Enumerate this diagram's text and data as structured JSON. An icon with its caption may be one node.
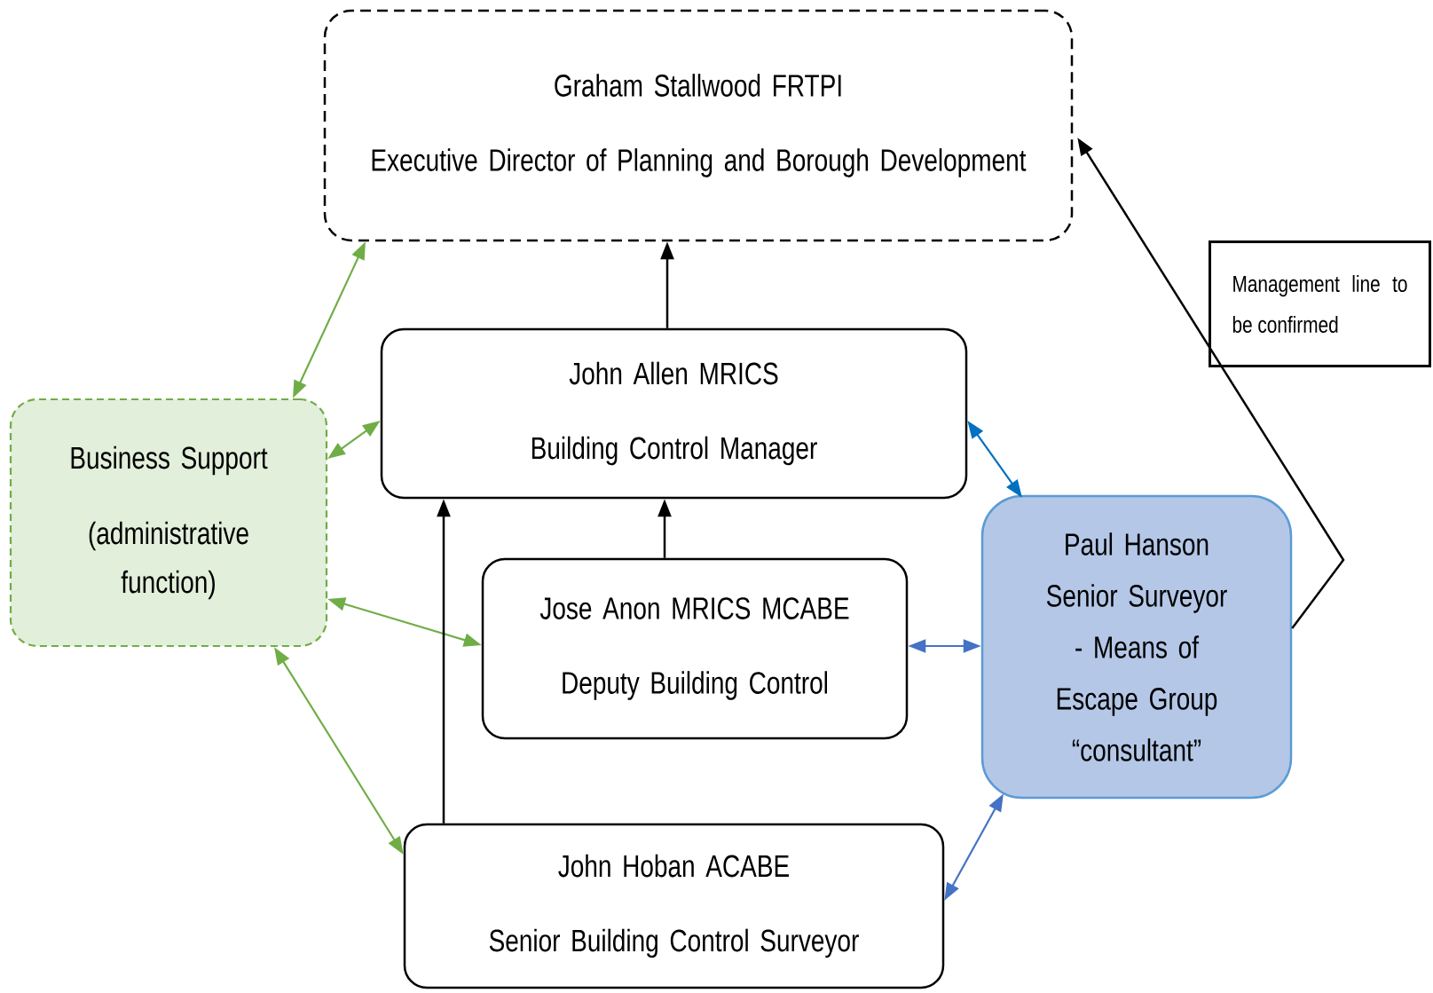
{
  "diagram": {
    "nodes": [
      {
        "text": [
          "Graham Stallwood FRTPI",
          "Executive Director of Planning and Borough Development"
        ]
      },
      {
        "text": [
          "John Allen MRICS",
          "Building Control Manager"
        ]
      },
      {
        "text": [
          "Business Support",
          "(administrative function)"
        ]
      },
      {
        "text": [
          "Jose Anon MRICS MCABE",
          "Deputy Building Control"
        ]
      },
      {
        "text": [
          "Paul Hanson",
          "Senior Surveyor - Means of Escape Group",
          "“consultant”"
        ]
      },
      {
        "text": [
          "John Hoban ACABE",
          "Senior Building Control Surveyor"
        ]
      },
      {
        "text": [
          "Management line to be confirmed"
        ]
      }
    ],
    "edges": [
      {
        "from": 1,
        "to": 0,
        "arrow": "to"
      },
      {
        "from": 2,
        "to": 0,
        "arrow": "both",
        "color": "#70ad47"
      },
      {
        "from": 2,
        "to": 1,
        "arrow": "both",
        "color": "#70ad47"
      },
      {
        "from": 2,
        "to": 3,
        "arrow": "both",
        "color": "#70ad47"
      },
      {
        "from": 2,
        "to": 5,
        "arrow": "both",
        "color": "#70ad47"
      },
      {
        "from": 3,
        "to": 1,
        "arrow": "to"
      },
      {
        "from": 5,
        "to": 1,
        "arrow": "to"
      },
      {
        "from": 1,
        "to": 4,
        "arrow": "both",
        "color": "#0070c0"
      },
      {
        "from": 3,
        "to": 4,
        "arrow": "both",
        "color": "#4472c4"
      },
      {
        "from": 5,
        "to": 4,
        "arrow": "both",
        "color": "#4472c4"
      },
      {
        "from": 4,
        "to": 0,
        "arrow": "to"
      }
    ]
  }
}
